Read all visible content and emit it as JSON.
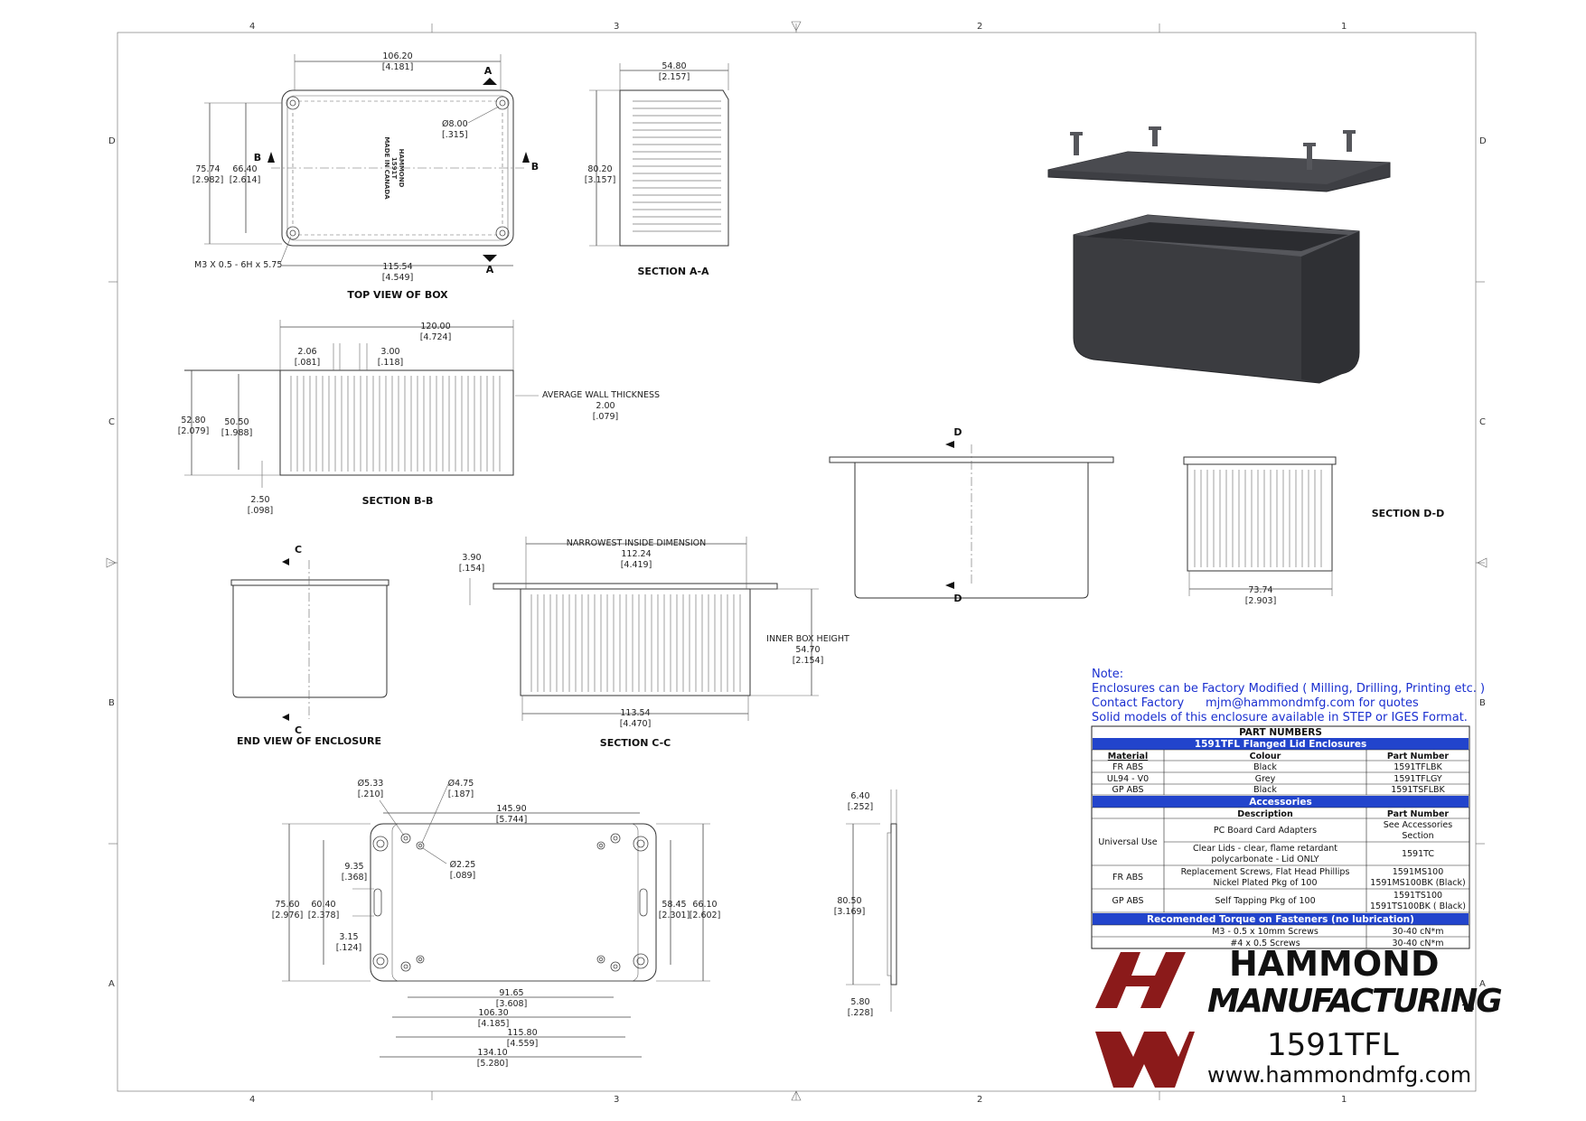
{
  "border": {
    "columns": [
      "4",
      "3",
      "2",
      "1"
    ],
    "rows": [
      "D",
      "C",
      "B",
      "A"
    ]
  },
  "top_view": {
    "title": "TOP VIEW OF BOX",
    "dim_width": "106.20",
    "dim_width_in": "[4.181]",
    "dim_hole": "Ø8.00",
    "dim_hole_in": "[.315]",
    "dim_h1": "75.74",
    "dim_h1_in": "[2.982]",
    "dim_h2": "66.40",
    "dim_h2_in": "[2.614]",
    "dim_bottom": "115.54",
    "dim_bottom_in": "[4.549]",
    "thread": "M3 X 0.5 - 6H x 5.75",
    "label_a": "A",
    "label_b": "B",
    "embossed": [
      "HAMMOND",
      "1591T",
      "MADE IN CANADA"
    ]
  },
  "section_aa": {
    "title": "SECTION  A-A",
    "dim_w": "54.80",
    "dim_w_in": "[2.157]",
    "dim_h": "80.20",
    "dim_h_in": "[3.157]"
  },
  "section_bb": {
    "title": "SECTION  B-B",
    "dim_w": "120.00",
    "dim_w_in": "[4.724]",
    "dim_a": "2.06",
    "dim_a_in": "[.081]",
    "dim_b": "3.00",
    "dim_b_in": "[.118]",
    "dim_h1": "52.80",
    "dim_h1_in": "[2.079]",
    "dim_h2": "50.50",
    "dim_h2_in": "[1.988]",
    "wall_label": "AVERAGE WALL THICKNESS",
    "wall": "2.00",
    "wall_in": "[.079]",
    "dim_base": "2.50",
    "dim_base_in": "[.098]"
  },
  "end_view": {
    "title": "END VIEW OF ENCLOSURE",
    "label_c": "C"
  },
  "section_cc": {
    "title": "SECTION  C-C",
    "narrow_label": "NARROWEST INSIDE DIMENSION",
    "narrow": "112.24",
    "narrow_in": "[4.419]",
    "dim_flange": "3.90",
    "dim_flange_in": "[.154]",
    "inner_label": "INNER BOX HEIGHT",
    "inner": "54.70",
    "inner_in": "[2.154]",
    "dim_bottom": "113.54",
    "dim_bottom_in": "[4.470]"
  },
  "section_d": {
    "label_d": "D",
    "title": "SECTION  D-D",
    "dim_w": "73.74",
    "dim_w_in": "[2.903]"
  },
  "lid_view": {
    "d1": "Ø5.33",
    "d1_in": "[.210]",
    "d2": "Ø4.75",
    "d2_in": "[.187]",
    "d3": "Ø2.25",
    "d3_in": "[.089]",
    "w1": "145.90",
    "w1_in": "[5.744]",
    "s1": "9.35",
    "s1_in": "[.368]",
    "h1": "75.60",
    "h1_in": "[2.976]",
    "h2": "60.40",
    "h2_in": "[2.378]",
    "s2": "3.15",
    "s2_in": "[.124]",
    "r1": "58.45",
    "r1_in": "[2.301]",
    "r2": "66.10",
    "r2_in": "[2.602]",
    "b1": "91.65",
    "b1_in": "[3.608]",
    "b2": "106.30",
    "b2_in": "[4.185]",
    "b3": "115.80",
    "b3_in": "[4.559]",
    "b4": "134.10",
    "b4_in": "[5.280]"
  },
  "lid_side": {
    "t1": "6.40",
    "t1_in": "[.252]",
    "h": "80.50",
    "h_in": "[3.169]",
    "t2": "5.80",
    "t2_in": "[.228]"
  },
  "notes": {
    "heading": "Note:",
    "line1": "Enclosures can be Factory Modified ( Milling, Drilling, Printing etc. )",
    "line2a": "Contact Factory",
    "line2b": "mjm@hammondmfg.com for quotes",
    "line3": "Solid models of this enclosure available in STEP or IGES Format."
  },
  "table": {
    "title": "PART NUMBERS",
    "section1": "1591TFL Flanged Lid Enclosures",
    "h_material": "Material",
    "h_colour": "Colour",
    "h_part": "Part Number",
    "rows": [
      {
        "material": "FR ABS",
        "colour": "Black",
        "part": "1591TFLBK"
      },
      {
        "material": "UL94 - V0",
        "colour": "Grey",
        "part": "1591TFLGY"
      },
      {
        "material": "GP ABS",
        "colour": "Black",
        "part": "1591TSFLBK"
      }
    ],
    "section2": "Accessories",
    "h_desc": "Description",
    "h_part2": "Part Number",
    "acc_universal": "Universal Use",
    "acc1_desc": "PC Board Card Adapters",
    "acc1_part1": "See Accessories",
    "acc1_part2": "Section",
    "acc2_desc1": "Clear Lids - clear, flame retardant",
    "acc2_desc2": "polycarbonate - Lid ONLY",
    "acc2_part": "1591TC",
    "acc3_mat": "FR ABS",
    "acc3_desc1": "Replacement Screws, Flat Head Phillips",
    "acc3_desc2": "Nickel Plated Pkg of 100",
    "acc3_part1": "1591MS100",
    "acc3_part2": "1591MS100BK (Black)",
    "acc4_mat": "GP ABS",
    "acc4_desc": "Self Tapping Pkg of 100",
    "acc4_part1": "1591TS100",
    "acc4_part2": "1591TS100BK ( Black)",
    "section3": "Recomended Torque on Fasteners (no lubrication)",
    "t1_desc": "M3 - 0.5 x 10mm Screws",
    "t1_val": "30-40 cN*m",
    "t2_desc": "#4 x 0.5 Screws",
    "t2_val": "30-40 cN*m"
  },
  "logo": {
    "line1": "HAMMOND",
    "line2": "MANUFACTURING",
    "tm": "TM",
    "part": "1591TFL",
    "url": "www.hammondmfg.com",
    "brand_color": "#8b1a1a",
    "table_header_color": "#2244cc"
  }
}
